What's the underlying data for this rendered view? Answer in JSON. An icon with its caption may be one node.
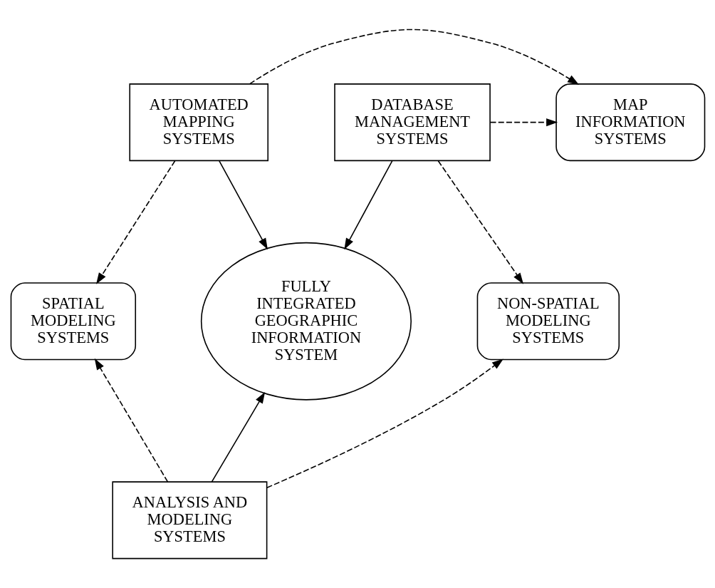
{
  "diagram": {
    "nodes": [
      {
        "text": [
          "AUTOMATED MAPPING SYSTEMS"
        ]
      },
      {
        "text": [
          "MAP INFORMATION SYSTEMS"
        ]
      },
      {
        "text": [
          "DATABASE MANAGEMENT SYSTEMS"
        ]
      },
      {
        "text": [
          "SPATIAL MODELING SYSTEMS"
        ]
      },
      {
        "text": [
          "FULLY INTEGRATED GEOGRAPHIC INFORMATION SYSTEM"
        ]
      },
      {
        "text": [
          "NON-SPATIAL MODELING SYSTEMS"
        ]
      },
      {
        "text": [
          "ANALYSIS AND MODELING SYSTEMS"
        ]
      }
    ],
    "edges": [
      {
        "from": 0,
        "to": 1,
        "arrow": "to",
        "style": "dashed"
      },
      {
        "from": 2,
        "to": 1,
        "arrow": "to",
        "style": "dashed"
      },
      {
        "from": 0,
        "to": 3,
        "arrow": "to",
        "style": "dashed"
      },
      {
        "from": 0,
        "to": 4,
        "arrow": "to"
      },
      {
        "from": 2,
        "to": 4,
        "arrow": "to"
      },
      {
        "from": 2,
        "to": 5,
        "arrow": "to",
        "style": "dashed"
      },
      {
        "from": 6,
        "to": 4,
        "arrow": "to"
      },
      {
        "from": 6,
        "to": 3,
        "arrow": "to",
        "style": "dashed"
      },
      {
        "from": 6,
        "to": 5,
        "arrow": "to",
        "style": "dashed"
      }
    ]
  }
}
